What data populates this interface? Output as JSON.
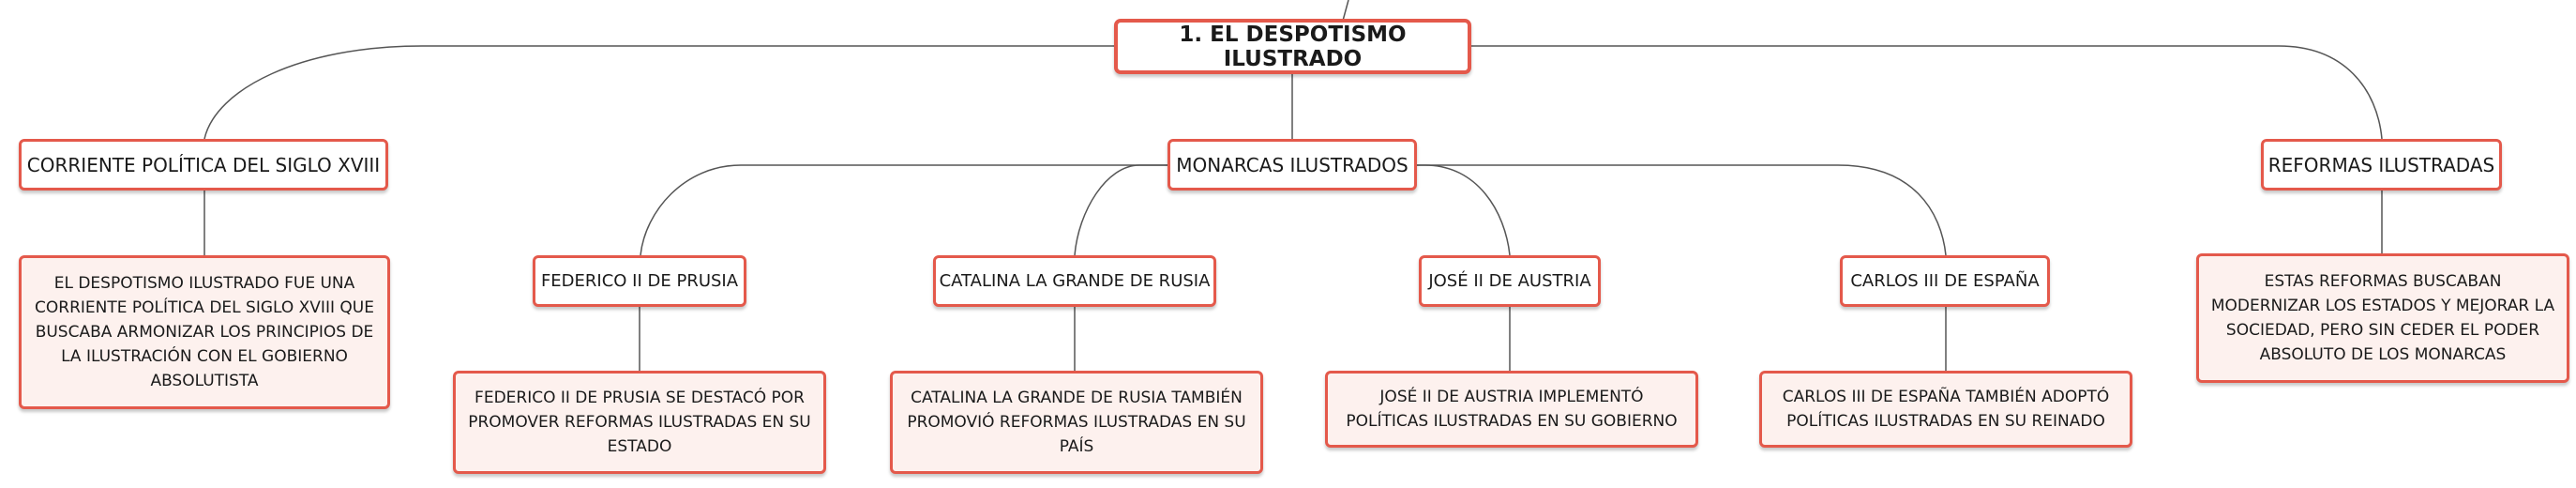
{
  "root": {
    "label": "1. EL DESPOTISMO ILUSTRADO"
  },
  "branches": {
    "corriente": {
      "label": "CORRIENTE POLÍTICA DEL SIGLO XVIII",
      "description": "EL DESPOTISMO ILUSTRADO FUE UNA CORRIENTE POLÍTICA DEL SIGLO XVIII QUE BUSCABA ARMONIZAR LOS PRINCIPIOS DE LA ILUSTRACIÓN CON EL GOBIERNO ABSOLUTISTA"
    },
    "monarcas": {
      "label": "MONARCAS ILUSTRADOS",
      "children": [
        {
          "label": "FEDERICO II DE PRUSIA",
          "description": "FEDERICO II DE PRUSIA SE DESTACÓ POR PROMOVER REFORMAS ILUSTRADAS EN SU ESTADO"
        },
        {
          "label": "CATALINA LA GRANDE DE RUSIA",
          "description": "CATALINA LA GRANDE DE RUSIA TAMBIÉN PROMOVIÓ REFORMAS ILUSTRADAS EN SU PAÍS"
        },
        {
          "label": "JOSÉ II DE AUSTRIA",
          "description": "JOSÉ II DE AUSTRIA IMPLEMENTÓ POLÍTICAS ILUSTRADAS EN SU GOBIERNO"
        },
        {
          "label": "CARLOS III DE ESPAÑA",
          "description": "CARLOS III DE ESPAÑA TAMBIÉN ADOPTÓ POLÍTICAS ILUSTRADAS EN SU REINADO"
        }
      ]
    },
    "reformas": {
      "label": "REFORMAS ILUSTRADAS",
      "description": "ESTAS REFORMAS BUSCABAN MODERNIZAR LOS ESTADOS Y MEJORAR LA SOCIEDAD, PERO SIN CEDER EL PODER ABSOLUTO DE LOS MONARCAS"
    }
  },
  "colors": {
    "border": "#e4594b",
    "description_fill": "#fdf1ee",
    "connector": "#555555"
  }
}
